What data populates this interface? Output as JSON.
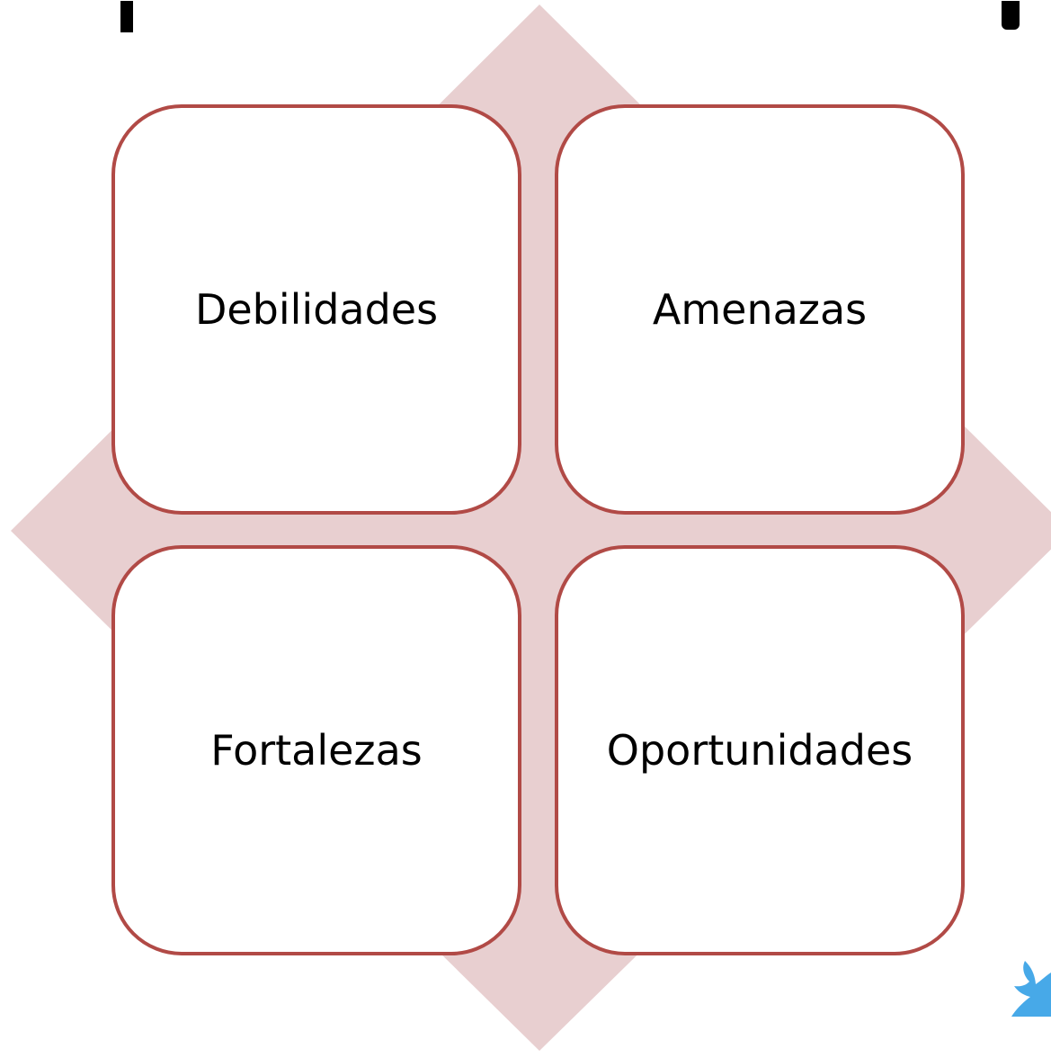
{
  "diagram": {
    "quadrants": [
      {
        "label": "Debilidades"
      },
      {
        "label": "Amenazas"
      },
      {
        "label": "Fortalezas"
      },
      {
        "label": "Oportunidades"
      }
    ]
  },
  "colors": {
    "diamond_fill": "#e8cfd0",
    "card_border": "#b14a46",
    "card_fill": "#ffffff",
    "text": "#000000",
    "bird": "#47a9e8"
  },
  "icons": {
    "corner_icon": "bird-icon"
  }
}
